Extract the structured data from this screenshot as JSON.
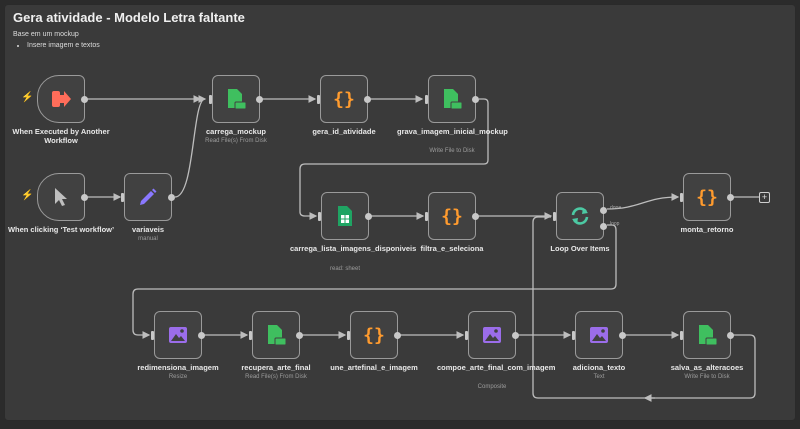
{
  "workflow": {
    "title": "Gera atividade - Modelo Letra faltante",
    "subtitle": "Base em um mockup",
    "bullets": [
      "Insere imagem e textos"
    ]
  },
  "colors": {
    "canvas": "#3a3a3a",
    "node_bg": "#414141",
    "edge": "#bdbdbd",
    "green": "#3fbf5f",
    "orange": "#ff9b2e",
    "purple": "#9b6dea",
    "teal": "#4cc9a3",
    "red": "#ff5a4f"
  },
  "nodes": {
    "when_executed": {
      "label": "When Executed by Another Workflow",
      "icon": "sign-in-icon"
    },
    "when_clicking": {
      "label": "When clicking ‘Test workflow’",
      "icon": "cursor-icon"
    },
    "variaveis": {
      "label": "variaveis",
      "sub": "manual",
      "icon": "pencil-icon"
    },
    "carrega_mockup": {
      "label": "carrega_mockup",
      "sub": "Read File(s) From Disk",
      "icon": "file-disk-icon"
    },
    "gera_id": {
      "label": "gera_id_atividade",
      "icon": "curly-braces-icon"
    },
    "grava_imagem": {
      "label": "grava_imagem_inicial_mockup",
      "sub": "Write File to Disk",
      "icon": "file-disk-icon"
    },
    "carrega_lista": {
      "label": "carrega_lista_imagens_disponiveis",
      "sub": "read: sheet",
      "icon": "sheet-icon"
    },
    "filtra": {
      "label": "filtra_e_seleciona",
      "icon": "curly-braces-icon"
    },
    "loop": {
      "label": "Loop Over Items",
      "icon": "loop-icon",
      "port_done": "done",
      "port_loop": "loop"
    },
    "monta_retorno": {
      "label": "monta_retorno",
      "icon": "curly-braces-icon"
    },
    "redimensiona": {
      "label": "redimensiona_imagem",
      "sub": "Resize",
      "icon": "image-icon"
    },
    "recupera": {
      "label": "recupera_arte_final",
      "sub": "Read File(s) From Disk",
      "icon": "file-disk-icon"
    },
    "une": {
      "label": "une_artefinal_e_imagem",
      "icon": "curly-braces-icon"
    },
    "compoe": {
      "label": "compoe_arte_final_com_imagem",
      "sub": "Composite",
      "icon": "image-icon"
    },
    "adiciona": {
      "label": "adiciona_texto",
      "sub": "Text",
      "icon": "image-icon"
    },
    "salva": {
      "label": "salva_as_alteracoes",
      "sub": "Write File to Disk",
      "icon": "file-disk-icon"
    }
  },
  "add_button": "+"
}
